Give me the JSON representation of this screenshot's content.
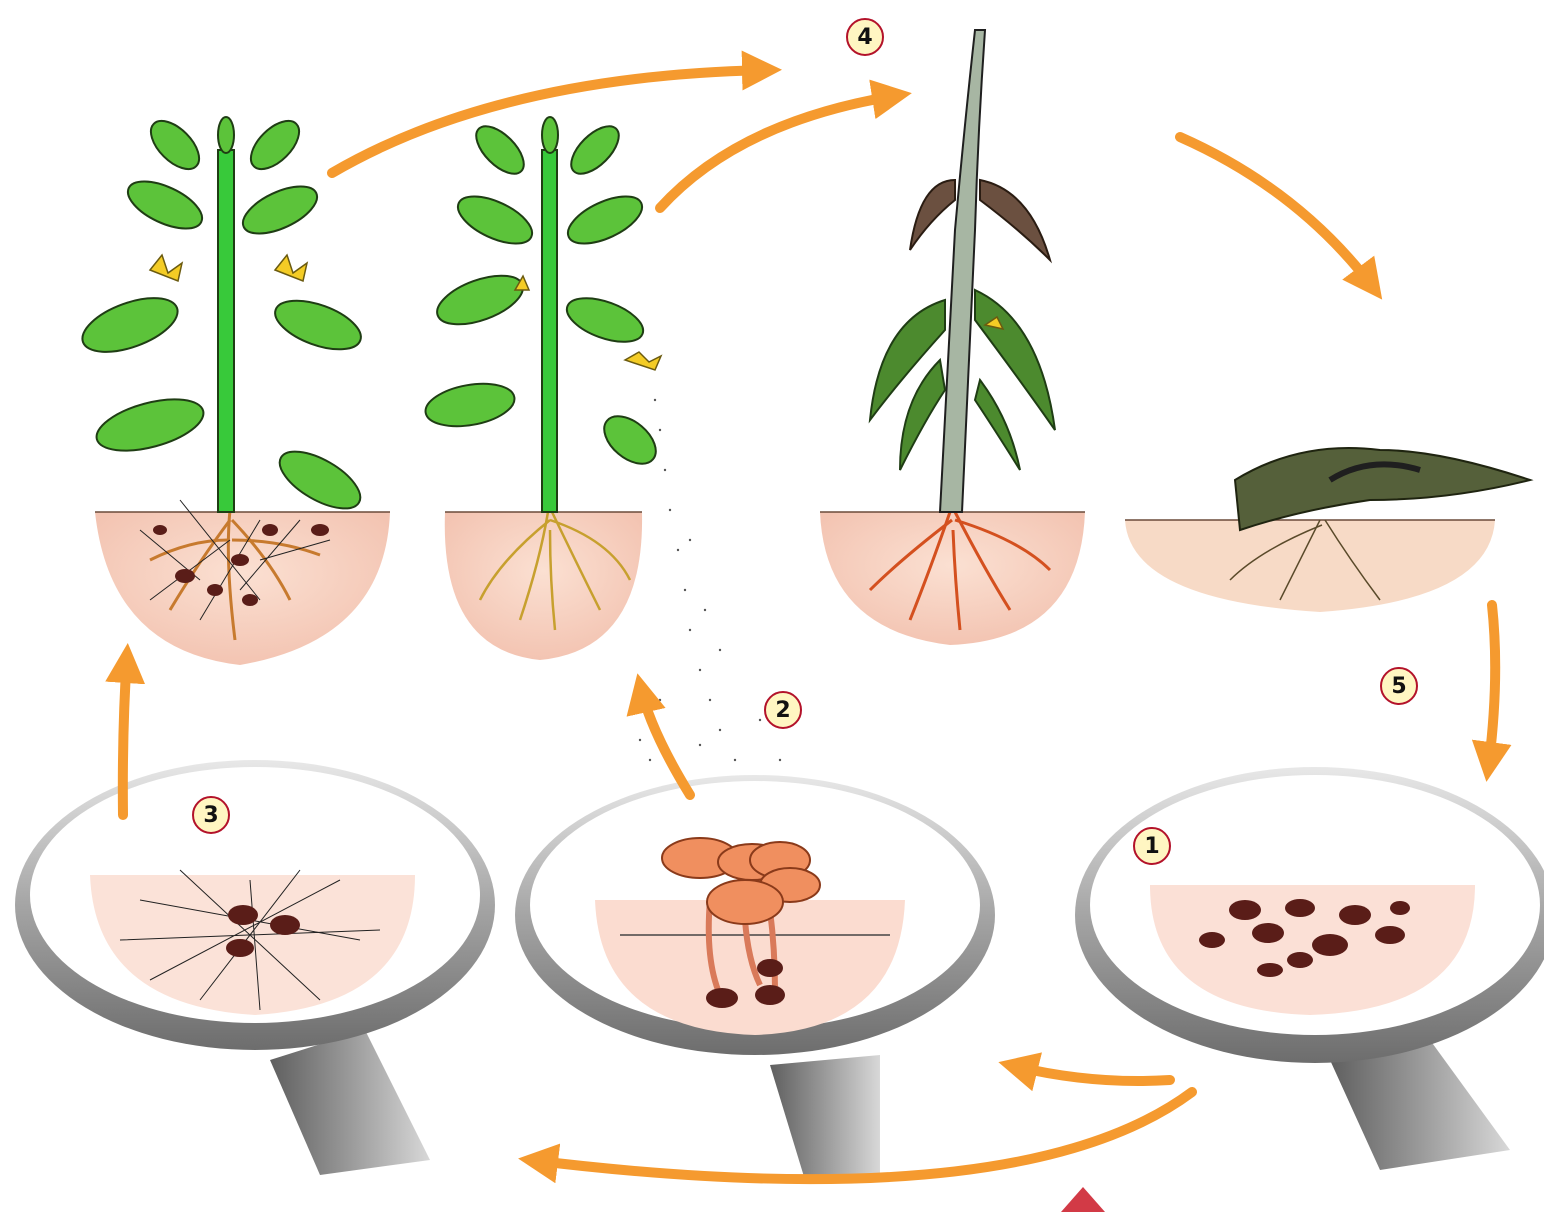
{
  "steps": [
    {
      "label": "1",
      "stage": "sclerotia-in-soil"
    },
    {
      "label": "2",
      "stage": "apothecia-release-ascospores"
    },
    {
      "label": "3",
      "stage": "mycelium-infects-roots"
    },
    {
      "label": "4",
      "stage": "infected-plant-wilts"
    },
    {
      "label": "5",
      "stage": "plant-debris-returns-sclerotia"
    }
  ],
  "colors": {
    "arrow": "#f59a2f",
    "leaf": "#5cc33a",
    "leaf_outline": "#1f3d14",
    "stem": "#38c93a",
    "flower": "#f4cc25",
    "soil": "#f6d2c2",
    "sclerotia": "#5a1d18",
    "apothecia": "#f08f5f",
    "lens_rim": "#8c8c8c",
    "lens_handle": "#7c7c7c",
    "badge_fill": "#fff6c2",
    "badge_border": "#b3122a",
    "marker": "#d23a46"
  },
  "icons": [
    "magnifying-glass-icon",
    "healthy-plant-icon",
    "wilting-plant-icon",
    "apothecia-icon",
    "sclerotia-icon"
  ]
}
